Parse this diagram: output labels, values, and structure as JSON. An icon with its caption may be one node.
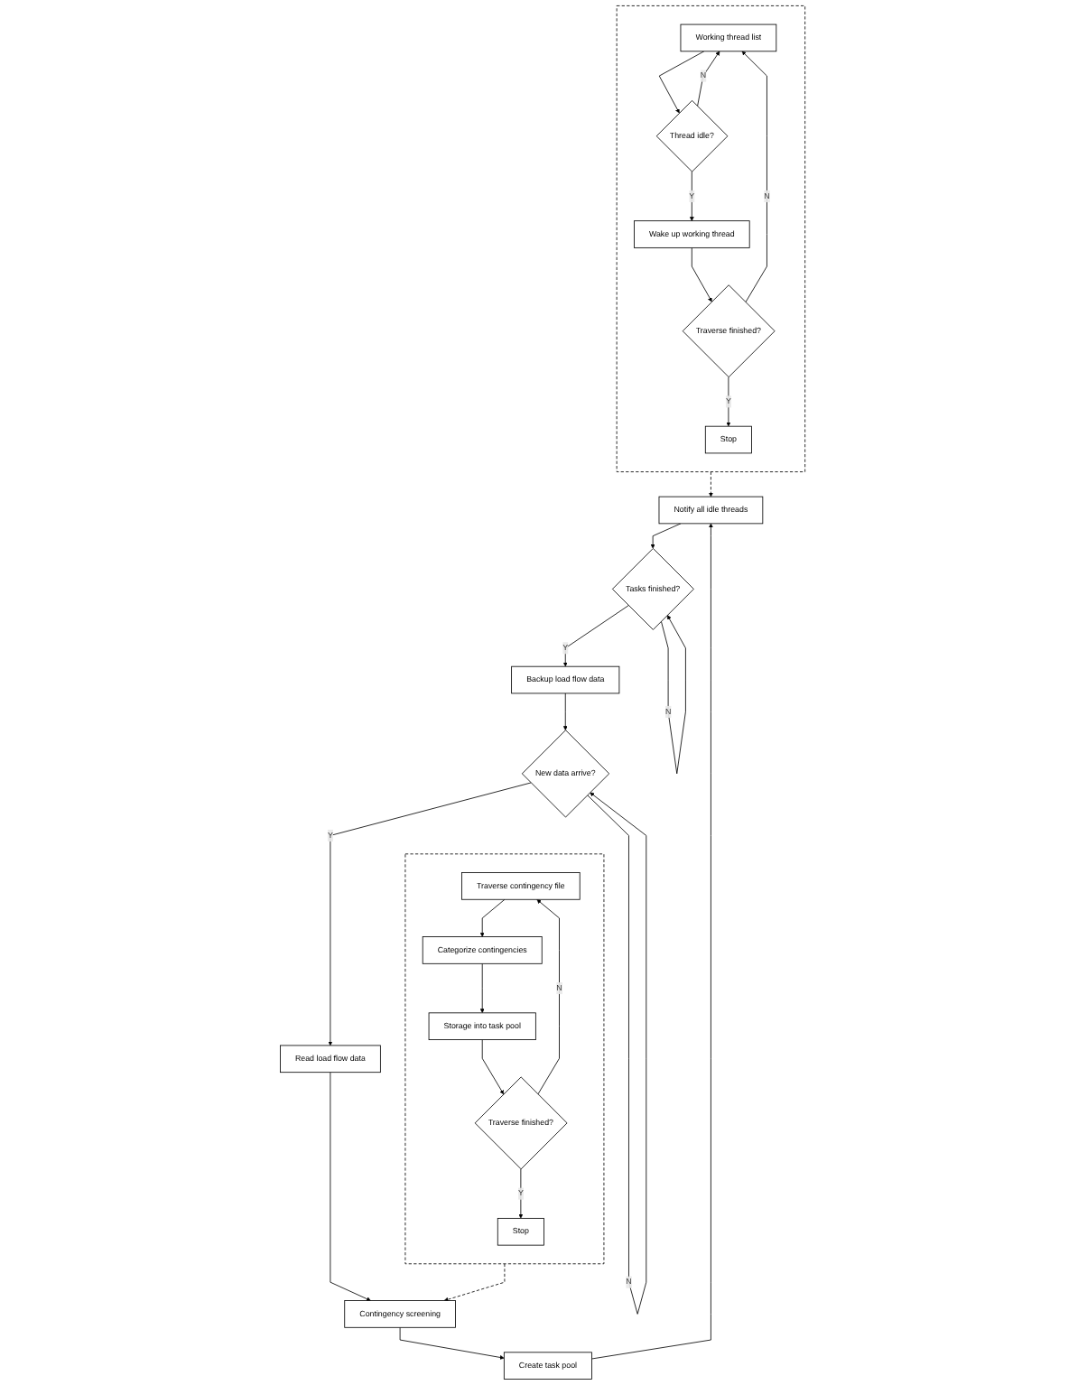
{
  "diagram": {
    "nodes": [
      {
        "text": [
          "Read load flow data"
        ]
      },
      {
        "text": [
          "Contingency screening"
        ]
      },
      {
        "text": [
          "Create task pool"
        ]
      },
      {
        "text": [
          "Notify all idle threads"
        ]
      },
      {
        "text": [
          "Tasks finished?"
        ]
      },
      {
        "text": [
          "Backup load flow data"
        ]
      },
      {
        "text": [
          "New data arrive?"
        ]
      },
      {
        "text": [],
        "shape": "box"
      },
      {
        "text": [
          "Traverse contingency file"
        ],
        "in": 7
      },
      {
        "text": [
          "Categorize contingencies"
        ],
        "in": 7
      },
      {
        "text": [
          "Storage into task pool"
        ],
        "in": 7
      },
      {
        "text": [
          "Traverse finished?"
        ],
        "in": 7
      },
      {
        "text": [
          "Stop"
        ],
        "in": 7
      },
      {
        "text": [],
        "shape": "box"
      },
      {
        "text": [
          "Working thread list"
        ],
        "in": 13
      },
      {
        "text": [
          "Thread idle?"
        ],
        "in": 13
      },
      {
        "text": [
          "Wake up working thread"
        ],
        "in": 13
      },
      {
        "text": [
          "Traverse finished?"
        ],
        "in": 13
      },
      {
        "text": [
          "Stop"
        ],
        "in": 13
      }
    ],
    "edges": [
      {
        "from": 0,
        "to": 1,
        "arrow": "to"
      },
      {
        "from": 1,
        "to": 2,
        "arrow": "to"
      },
      {
        "from": 2,
        "to": 3,
        "arrow": "to"
      },
      {
        "from": 3,
        "to": 4,
        "arrow": "to"
      },
      {
        "from": 4,
        "to": 4,
        "arrow": "to",
        "label": "N"
      },
      {
        "from": 4,
        "to": 5,
        "arrow": "to",
        "label": "Y"
      },
      {
        "from": 5,
        "to": 6,
        "arrow": "to"
      },
      {
        "from": 6,
        "to": 6,
        "arrow": "to",
        "label": "N"
      },
      {
        "from": 6,
        "to": 0,
        "arrow": "to",
        "label": "Y"
      },
      {
        "from": 7,
        "to": 1,
        "arrow": "to",
        "style": "dashed"
      },
      {
        "from": 13,
        "to": 3,
        "arrow": "to",
        "style": "dashed"
      },
      {
        "from": 8,
        "to": 9,
        "arrow": "to"
      },
      {
        "from": 9,
        "to": 10,
        "arrow": "to"
      },
      {
        "from": 10,
        "to": 11,
        "arrow": "to"
      },
      {
        "from": 11,
        "to": 8,
        "arrow": "to",
        "label": "N"
      },
      {
        "from": 11,
        "to": 12,
        "arrow": "to",
        "label": "Y"
      },
      {
        "from": 14,
        "to": 15,
        "arrow": "to"
      },
      {
        "from": 15,
        "to": 16,
        "arrow": "to",
        "label": "Y"
      },
      {
        "from": 15,
        "to": 14,
        "arrow": "to",
        "label": "N"
      },
      {
        "from": 16,
        "to": 17,
        "arrow": "to"
      },
      {
        "from": 17,
        "to": 14,
        "arrow": "to",
        "label": "N"
      },
      {
        "from": 17,
        "to": 18,
        "arrow": "to",
        "label": "Y"
      }
    ]
  }
}
